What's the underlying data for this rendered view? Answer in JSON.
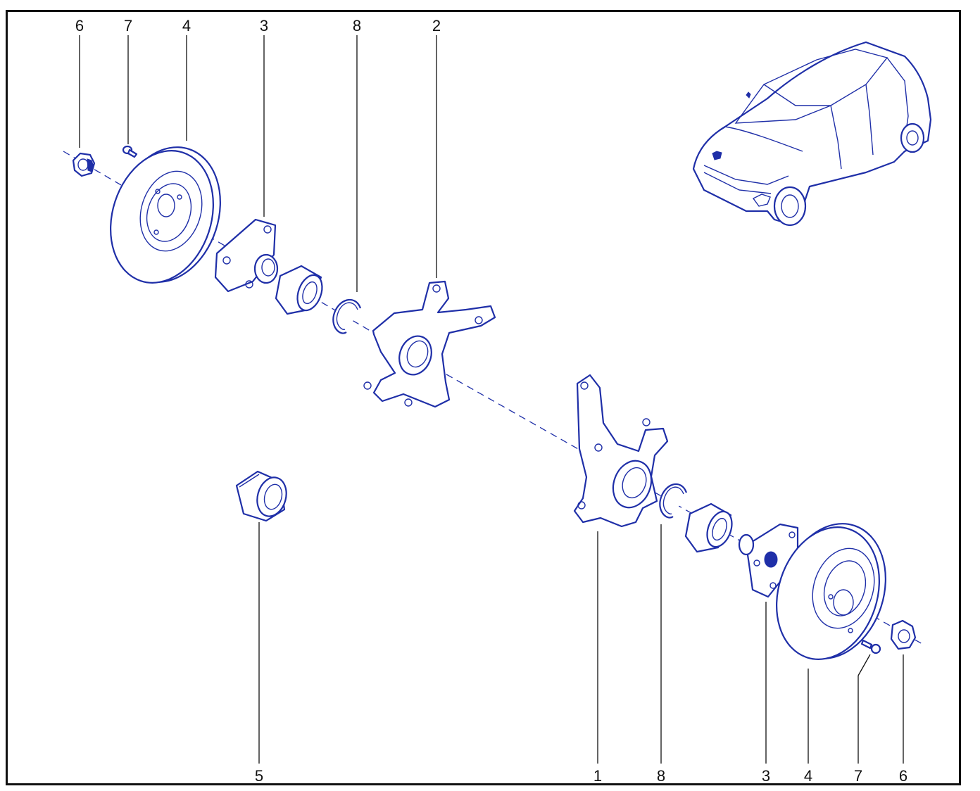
{
  "colors": {
    "line_art": "#1f2fa8",
    "callouts": "#111111",
    "background": "#ffffff"
  },
  "callouts_top": [
    "6",
    "7",
    "4",
    "3",
    "8",
    "2"
  ],
  "callouts_bottom": [
    "5",
    "1",
    "8",
    "3",
    "4",
    "7",
    "6"
  ],
  "icons": [
    "car-illustration-icon",
    "brake-disc-icon",
    "wheel-hub-icon",
    "wheel-bearing-icon",
    "circlip-icon",
    "steering-knuckle-icon",
    "hub-nut-icon",
    "disc-screw-icon"
  ]
}
